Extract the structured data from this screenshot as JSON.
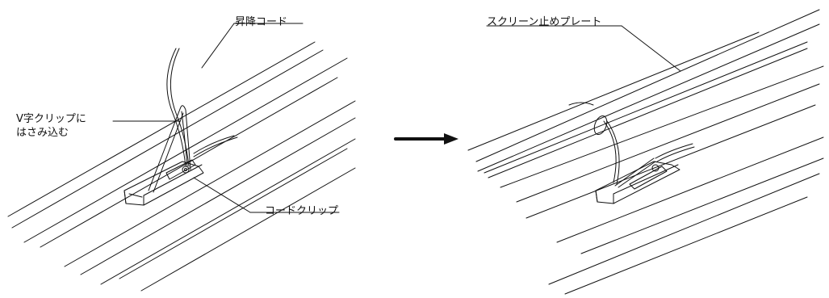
{
  "labels": {
    "raise_cord": "昇降コード",
    "v_clip_line1": "V字クリップに",
    "v_clip_line2": "はさみ込む",
    "cord_clip": "コードクリップ",
    "screen_plate": "スクリーン止めプレート"
  },
  "colors": {
    "ink": "#111111",
    "paper": "#ffffff"
  },
  "icons": {
    "arrow": "right-arrow-icon"
  }
}
